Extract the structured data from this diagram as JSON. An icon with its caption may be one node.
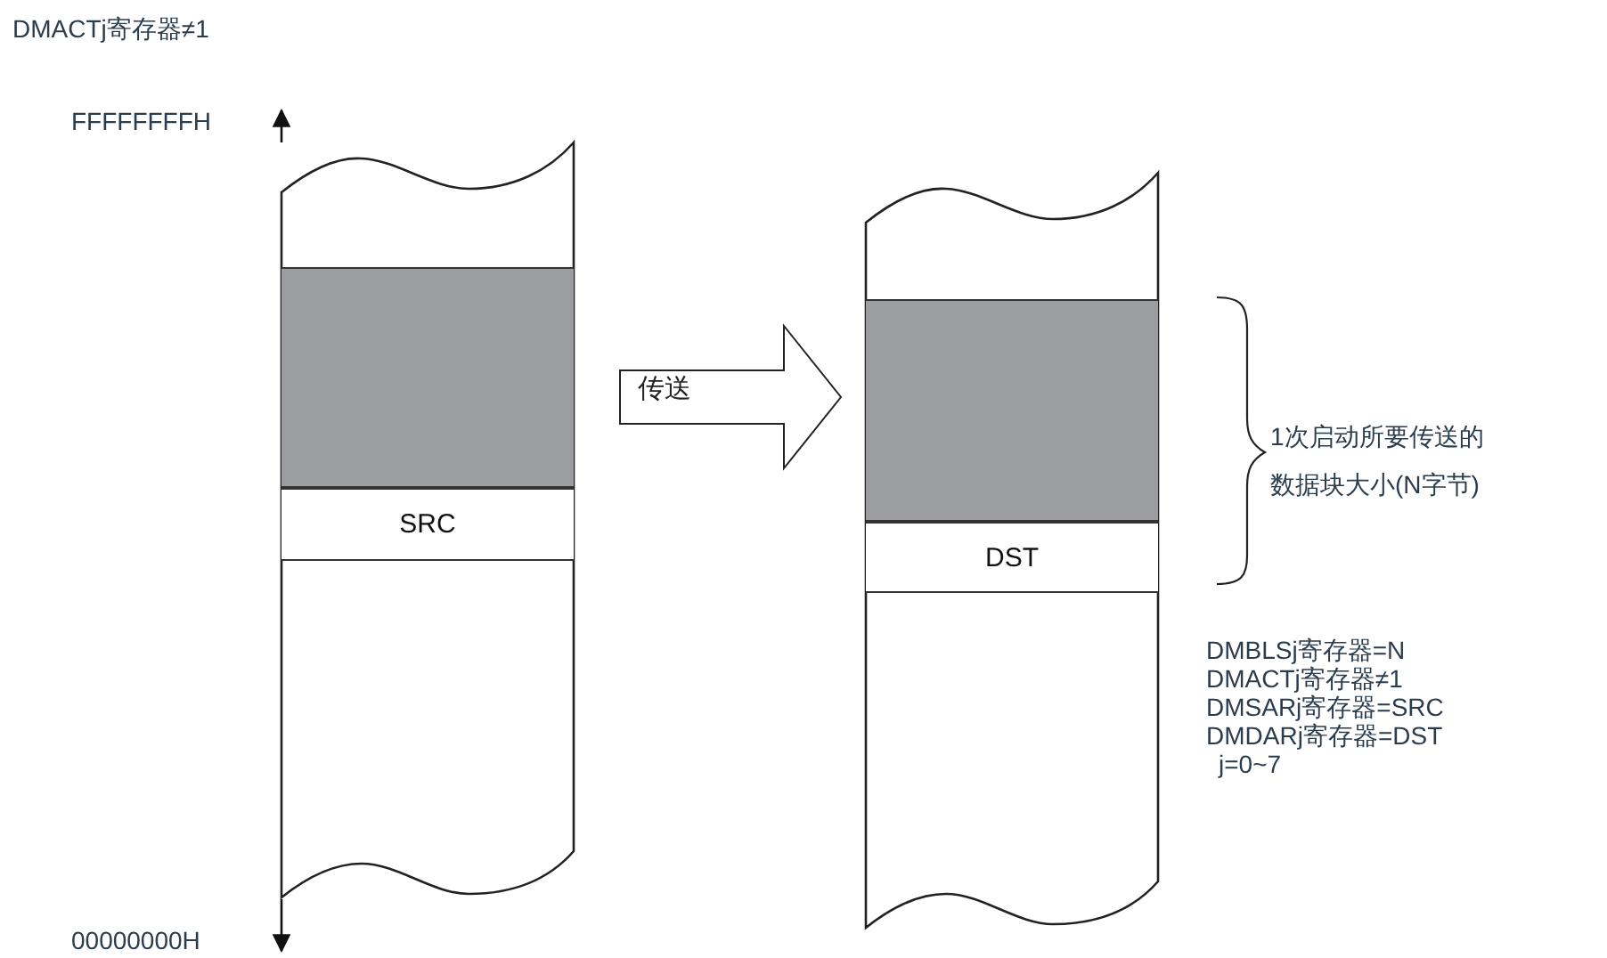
{
  "diagram": {
    "title": "DMACTj寄存器≠1",
    "nodes": [
      {
        "text": [],
        "shape": "box"
      },
      {
        "text": [],
        "shape": "box",
        "in": 0
      },
      {
        "text": [
          "SRC"
        ],
        "in": 0
      },
      {
        "text": [],
        "shape": "box"
      },
      {
        "text": [],
        "shape": "box",
        "in": 3
      },
      {
        "text": [
          "DST"
        ],
        "in": 3
      }
    ],
    "edges": [
      {
        "from": 0,
        "to": 3,
        "arrow": "to",
        "label": "传送",
        "style": "thick"
      }
    ],
    "labels": [
      "FFFFFFFFH",
      "1次启动所要传送的数据块大小(N字节)",
      "DMBLSj寄存器=N",
      "DMACTj寄存器≠1",
      "DMSARj寄存器=SRC",
      "DMDARj寄存器=DST",
      "j=0~7",
      "00000000H"
    ]
  }
}
